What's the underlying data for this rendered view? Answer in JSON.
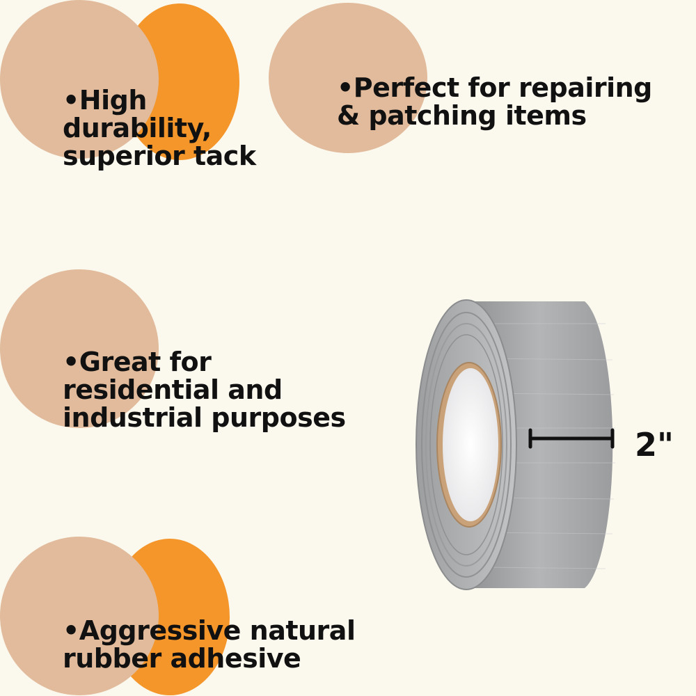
{
  "features": [
    {
      "text": "•High\ndurability,\nsuperior tack"
    },
    {
      "text": "•Perfect for repairing\n&  patching items"
    },
    {
      "text": "•Great for\nresidential and\nindustrial purposes"
    },
    {
      "text": "•Aggressive natural\nrubber adhesive"
    }
  ],
  "product": {
    "width_label": "2\""
  },
  "colors": {
    "background": "#fbf8ee",
    "accent_orange": "#f5962a",
    "circle_tan": "#e1bb9b",
    "tape_silver": "#a9abad",
    "text": "#111111"
  }
}
